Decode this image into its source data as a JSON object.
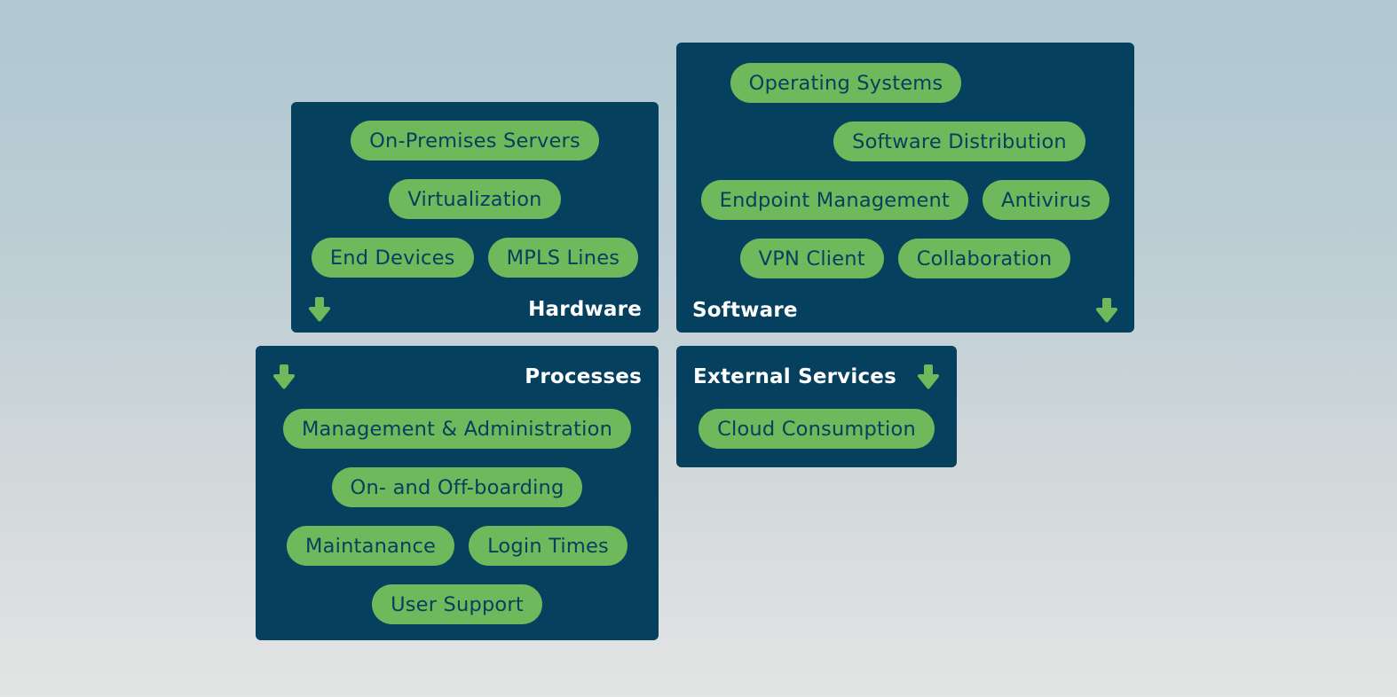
{
  "background": {
    "gradient_top": "#afc8d2",
    "gradient_bottom": "#e3e4e4"
  },
  "colors": {
    "panel": "#05405e",
    "pill": "#6fb95c",
    "pill_text": "#05405e",
    "label_text": "#ffffff",
    "arrow": "#6fb95c"
  },
  "icons": {
    "down_arrow": "⬇"
  },
  "panels": {
    "hardware": {
      "label": "Hardware",
      "pills": [
        "On-Premises Servers",
        "Virtualization",
        "End Devices",
        "MPLS Lines"
      ]
    },
    "software": {
      "label": "Software",
      "pills": [
        "Operating Systems",
        "Software Distribution",
        "Endpoint Management",
        "Antivirus",
        "VPN Client",
        "Collaboration"
      ]
    },
    "processes": {
      "label": "Processes",
      "pills": [
        "Management & Administration",
        "On- and Off-boarding",
        "Maintanance",
        "Login Times",
        "User Support"
      ]
    },
    "external_services": {
      "label": "External Services",
      "pills": [
        "Cloud Consumption"
      ]
    }
  }
}
